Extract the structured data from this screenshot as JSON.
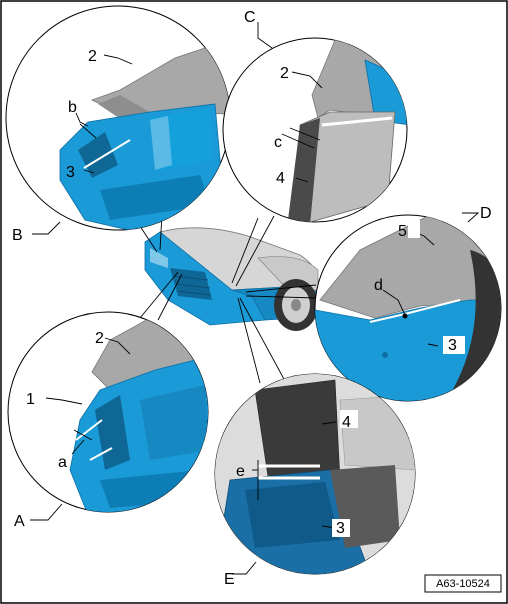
{
  "figure_id": "A63-10524",
  "views": {
    "A": "A",
    "B": "B",
    "C": "C",
    "D": "D",
    "E": "E"
  },
  "labels": {
    "part_1": "1",
    "part_2": "2",
    "part_3": "3",
    "part_4": "4",
    "part_5": "5",
    "point_a": "a",
    "point_b": "b",
    "point_c": "c",
    "point_d": "d",
    "point_e": "e"
  },
  "colors": {
    "part_blue": "#1a9ad6",
    "part_blue_dark": "#0d6fa3",
    "grey_part": "#a8a8a8",
    "grey_dark": "#7a7a7a",
    "tire": "#333333"
  }
}
